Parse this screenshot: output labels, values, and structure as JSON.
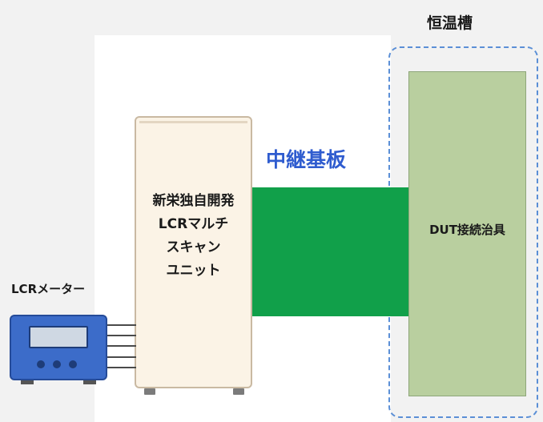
{
  "chamber": {
    "title": "恒温槽"
  },
  "fixture": {
    "label": "DUT接続治具"
  },
  "relay_board": {
    "label": "中継基板"
  },
  "scan_unit": {
    "lines": [
      "新栄独自開発",
      "LCRマルチ",
      "スキャン",
      "ユニット"
    ]
  },
  "lcr_meter": {
    "label": "LCRメーター"
  },
  "colors": {
    "relay_board": "#11a04a",
    "relay_label": "#2f5ccf",
    "chamber_border": "#5b8fd6",
    "fixture": "#b9cf9f",
    "meter": "#3c6cc9",
    "unit": "#fbf3e6"
  }
}
